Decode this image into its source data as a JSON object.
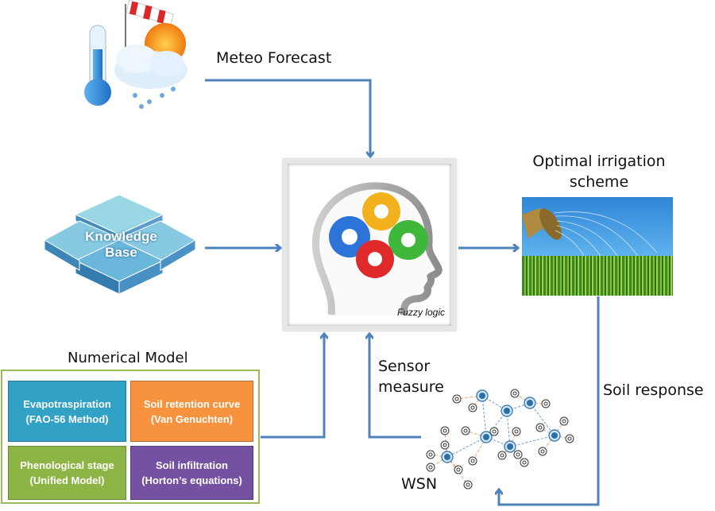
{
  "diagram": {
    "inputs": {
      "meteo": {
        "label": "Meteo Forecast",
        "icon": "weather-icon"
      },
      "knowledge_base": {
        "line1": "Knowledge",
        "line2": "Base",
        "icon": "knowledge-base-icon"
      },
      "numerical_model": {
        "title": "Numerical Model",
        "cells": [
          {
            "line1": "Evapotraspiration",
            "line2": "(FAO-56 Method)",
            "color": "#31a2c6"
          },
          {
            "line1": "Soil retention curve",
            "line2": "(Van Genuchten)",
            "color": "#f7933f"
          },
          {
            "line1": "Phenological  stage",
            "line2": "(Unified Model)",
            "color": "#8db545"
          },
          {
            "line1": "Soil infiltration",
            "line2": "(Horton’s equations)",
            "color": "#7551a1"
          }
        ]
      },
      "sensor": {
        "line1": "Sensor",
        "line2": "measure"
      },
      "wsn": {
        "label": "WSN",
        "icon": "sensor-network-icon"
      }
    },
    "core": {
      "label": "Fuzzy logic",
      "icon": "brain-gears-icon"
    },
    "output": {
      "line1": "Optimal irrigation",
      "line2": "scheme",
      "icon": "irrigation-photo"
    },
    "feedback": {
      "label": "Soil response"
    },
    "arrow_color": "#4f81bd"
  }
}
